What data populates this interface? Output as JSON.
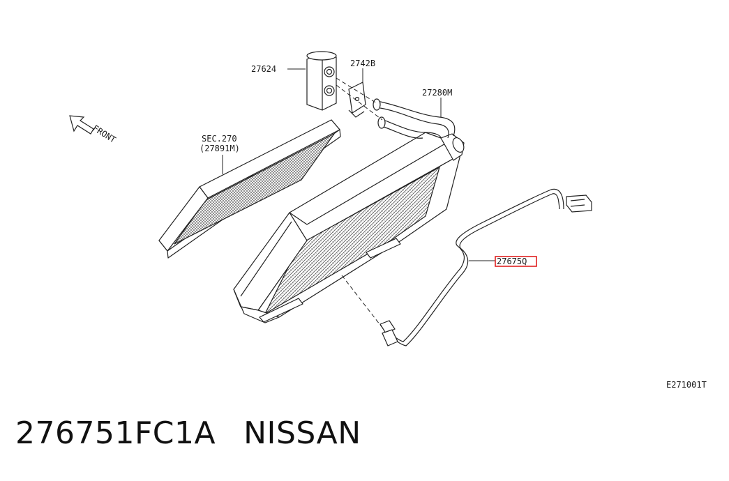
{
  "diagram": {
    "labels": {
      "expansion_valve": "27624",
      "bracket": "2742B",
      "pipe": "27280M",
      "filter_sec": "SEC.270",
      "filter_part": "(27891M)",
      "sensor": "27675Q",
      "front": "FRONT",
      "code": "E271001T"
    },
    "highlight_color": "#e02020"
  },
  "caption": {
    "part_number": "276751FC1A",
    "brand": "NISSAN"
  }
}
